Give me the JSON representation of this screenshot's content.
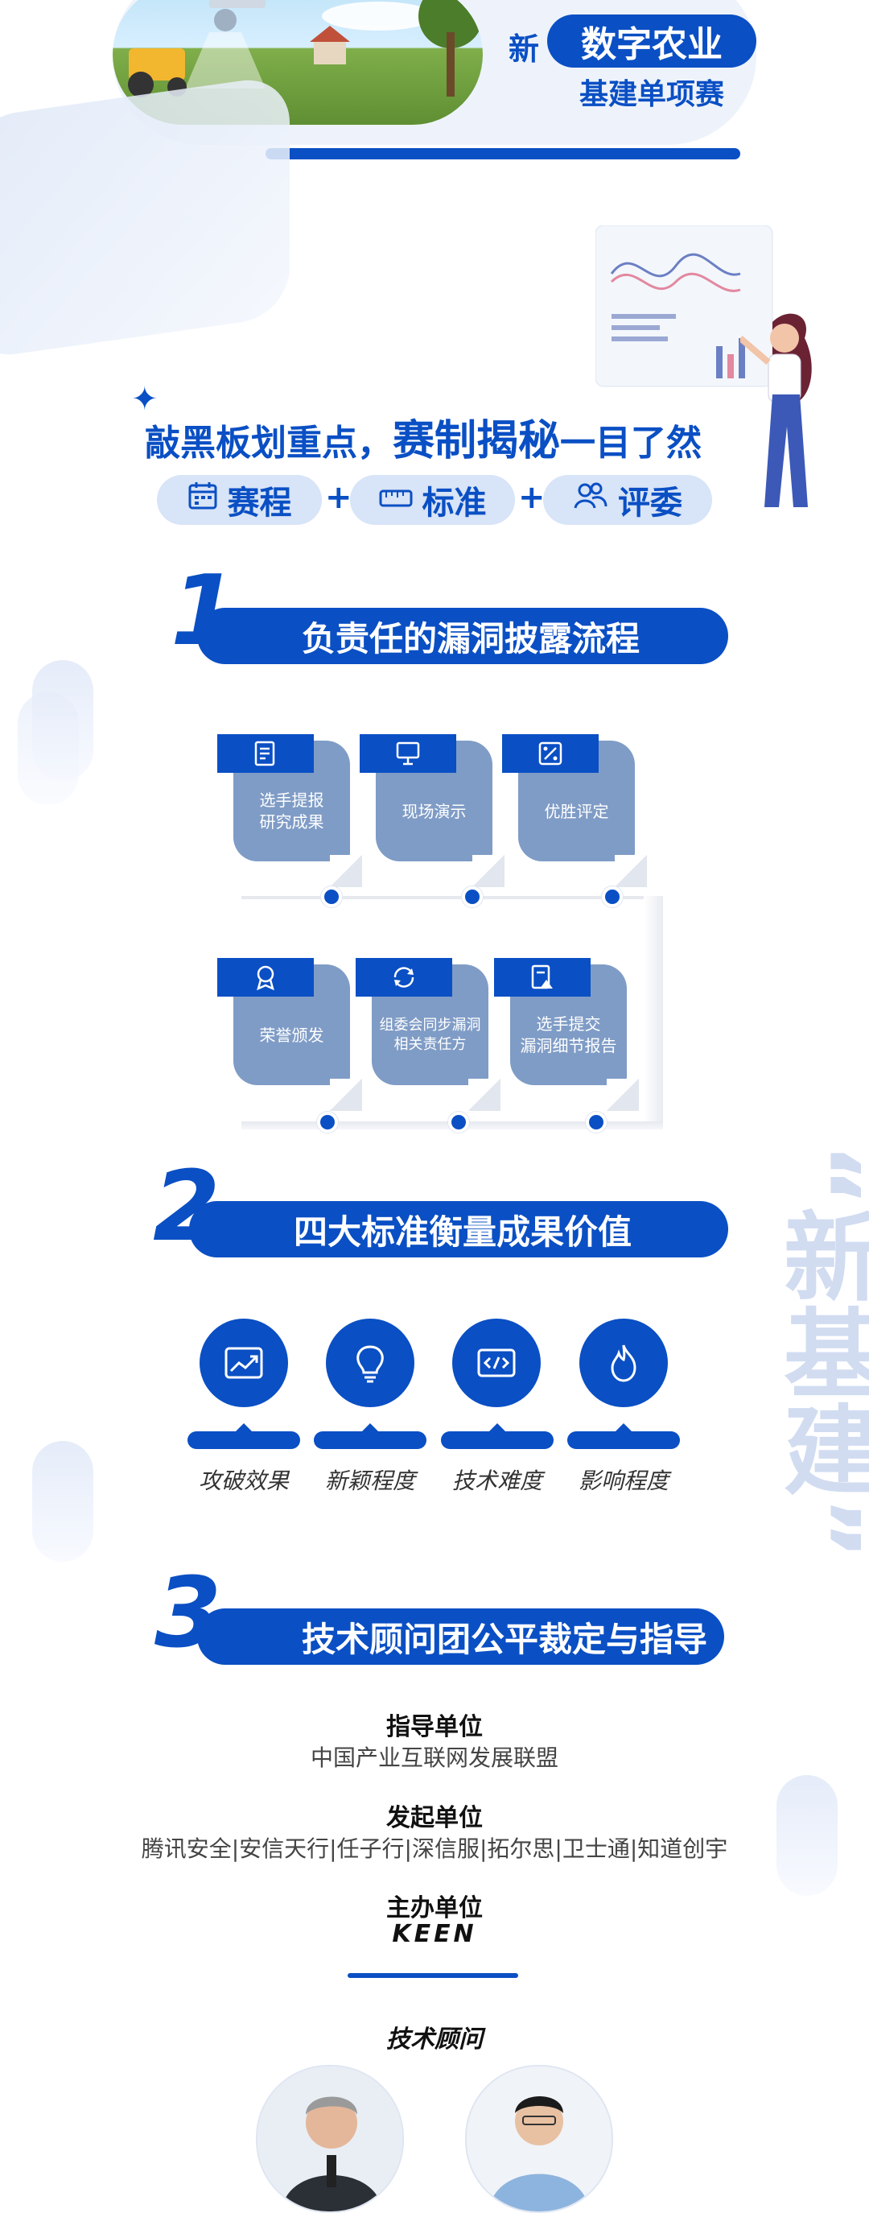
{
  "banner": {
    "prefix": "新",
    "title": "数字农业",
    "subtitle": "基建单项赛"
  },
  "headline": {
    "part1": "敲黑板划重点，",
    "part2": "赛制揭秘",
    "part3": "一目了然"
  },
  "chips": [
    {
      "label": "赛程",
      "icon": "calendar-icon"
    },
    {
      "label": "标准",
      "icon": "ruler-icon"
    },
    {
      "label": "评委",
      "icon": "people-icon"
    }
  ],
  "plus": "+",
  "section1": {
    "number": "1",
    "title": "负责任的漏洞披露流程",
    "steps_row1": [
      {
        "label": "选手提报\n研究成果",
        "icon": "document-edit-icon"
      },
      {
        "label": "现场演示",
        "icon": "presentation-icon"
      },
      {
        "label": "优胜评定",
        "icon": "percent-icon"
      }
    ],
    "steps_row2": [
      {
        "label": "荣誉颁发",
        "icon": "award-icon"
      },
      {
        "label": "组委会同步漏洞\n相关责任方",
        "icon": "sync-icon"
      },
      {
        "label": "选手提交\n漏洞细节报告",
        "icon": "report-icon"
      }
    ]
  },
  "section2": {
    "number": "2",
    "title": "四大标准衡量成果价值",
    "criteria": [
      {
        "label": "攻破效果",
        "icon": "chart-icon"
      },
      {
        "label": "新颖程度",
        "icon": "lightbulb-icon"
      },
      {
        "label": "技术难度",
        "icon": "code-icon"
      },
      {
        "label": "影响程度",
        "icon": "flame-icon"
      }
    ]
  },
  "section3": {
    "number": "3",
    "title": "技术顾问团公平裁定与指导"
  },
  "credits": {
    "guide_h": "指导单位",
    "guide_t": "中国产业互联网发展联盟",
    "init_h": "发起单位",
    "init_t": "腾讯安全|安信天行|任子行|深信服|拓尔思|卫士通|知道创宇",
    "host_h": "主办单位",
    "host_t": "KEEN",
    "advisor_h": "技术顾问"
  },
  "side_text": "“新基建”",
  "colors": {
    "primary": "#0a4fc4",
    "card": "#7f9cc6",
    "chip": "#d8e4f7"
  }
}
